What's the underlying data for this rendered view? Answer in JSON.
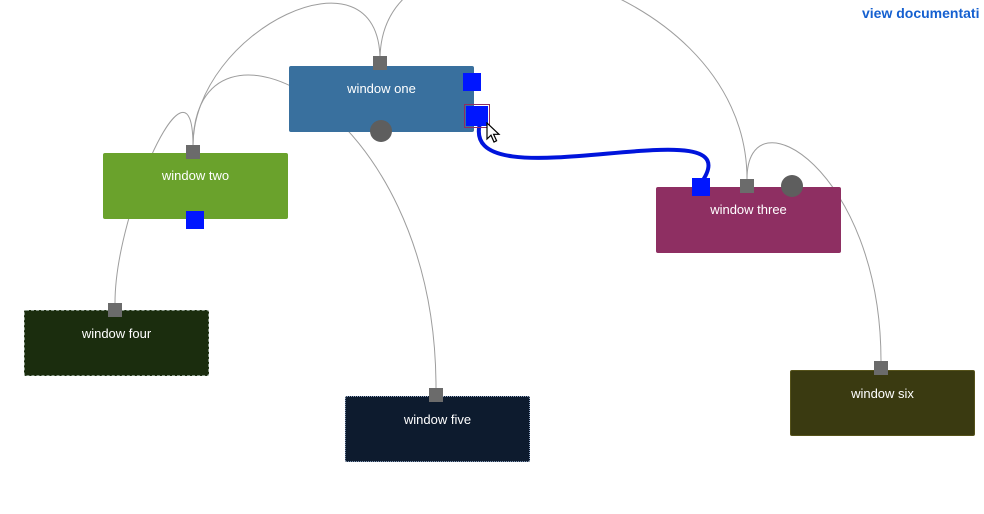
{
  "page": {
    "doc_link_label": "view documentati",
    "background": "#ffffff"
  },
  "windows": [
    {
      "label": "window one",
      "color": "#39709e"
    },
    {
      "label": "window two",
      "color": "#6aa22c"
    },
    {
      "label": "window three",
      "color": "#8e2f62"
    },
    {
      "label": "window four",
      "color": "#1b2d0e"
    },
    {
      "label": "window five",
      "color": "#0d1b2e"
    },
    {
      "label": "window six",
      "color": "#3a3a11"
    }
  ],
  "colors": {
    "endpoint_square_gray": "#6b6b6b",
    "endpoint_circle_gray": "#5e5e5e",
    "endpoint_blue": "#0016ff",
    "connector_gray": "#9d9d9d",
    "connector_drag_blue": "#0014dc",
    "doc_link_blue": "#1560d0"
  },
  "connections": [
    {
      "from": "window one",
      "to": "window two",
      "style": "gray"
    },
    {
      "from": "window one",
      "to": "window three",
      "style": "gray"
    },
    {
      "from": "window two",
      "to": "window four",
      "style": "gray"
    },
    {
      "from": "window two",
      "to": "window five",
      "style": "gray"
    },
    {
      "from": "window three",
      "to": "window six",
      "style": "gray"
    },
    {
      "from": "window one",
      "to": "window three",
      "style": "blue-drag"
    }
  ],
  "cursor": {
    "icon": "arrow-pointer"
  }
}
